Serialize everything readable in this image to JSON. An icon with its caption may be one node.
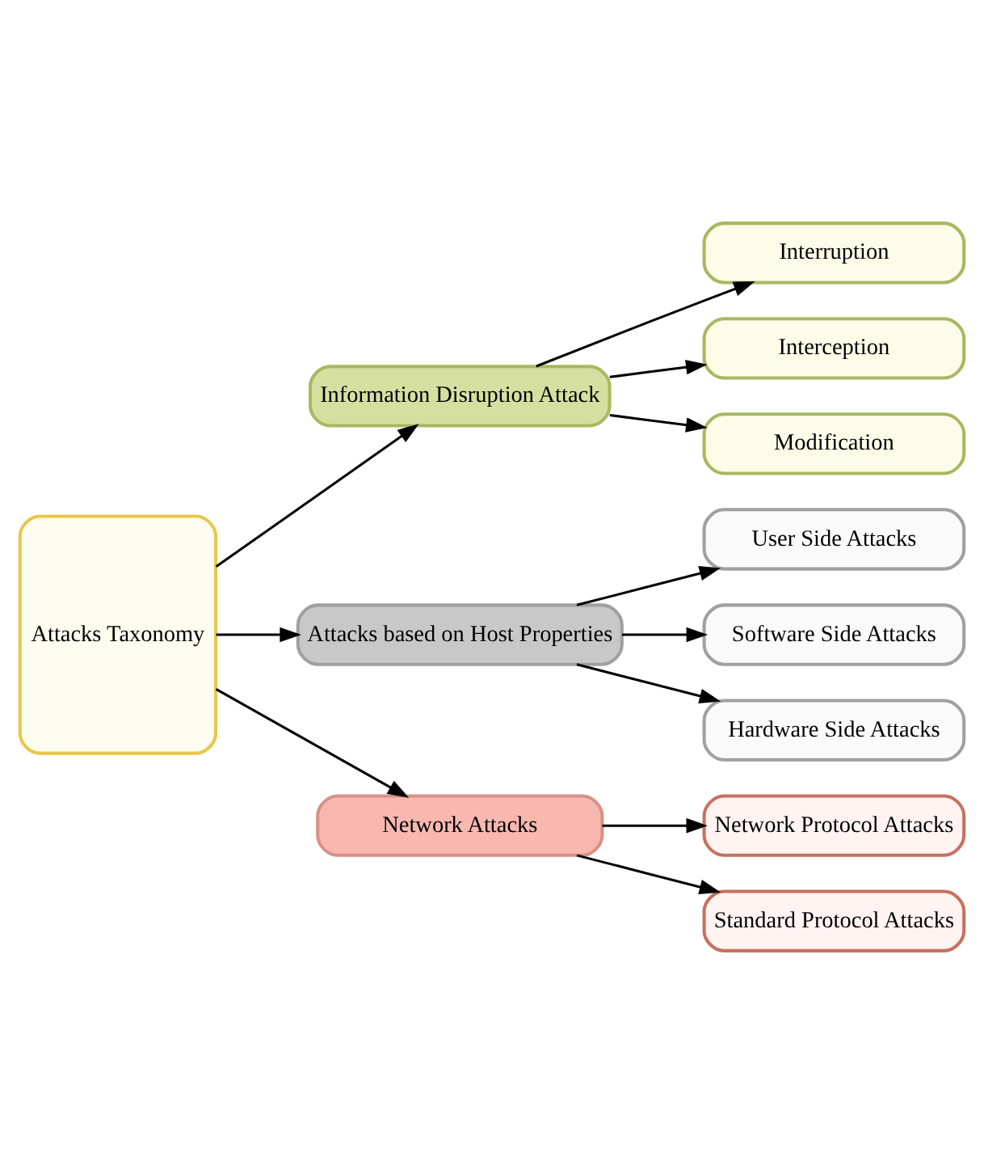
{
  "diagram": {
    "nodes": [
      {
        "text": [
          "Attacks Taxonomy"
        ]
      },
      {
        "text": [
          "Information Disruption Attack"
        ]
      },
      {
        "text": [
          "Attacks based on Host Properties"
        ]
      },
      {
        "text": [
          "Network Attacks"
        ]
      },
      {
        "text": [
          "Interruption"
        ]
      },
      {
        "text": [
          "Interception"
        ]
      },
      {
        "text": [
          "Modification"
        ]
      },
      {
        "text": [
          "User Side Attacks"
        ]
      },
      {
        "text": [
          "Software Side Attacks"
        ]
      },
      {
        "text": [
          "Hardware Side Attacks"
        ]
      },
      {
        "text": [
          "Network Protocol Attacks"
        ]
      },
      {
        "text": [
          "Standard Protocol Attacks"
        ]
      }
    ],
    "edges": [
      {
        "from": 0,
        "to": 1,
        "arrow": "to"
      },
      {
        "from": 0,
        "to": 2,
        "arrow": "to"
      },
      {
        "from": 0,
        "to": 3,
        "arrow": "to"
      },
      {
        "from": 1,
        "to": 4,
        "arrow": "to"
      },
      {
        "from": 1,
        "to": 5,
        "arrow": "to"
      },
      {
        "from": 1,
        "to": 6,
        "arrow": "to"
      },
      {
        "from": 2,
        "to": 7,
        "arrow": "to"
      },
      {
        "from": 2,
        "to": 8,
        "arrow": "to"
      },
      {
        "from": 2,
        "to": 9,
        "arrow": "to"
      },
      {
        "from": 3,
        "to": 10,
        "arrow": "to"
      },
      {
        "from": 3,
        "to": 11,
        "arrow": "to"
      }
    ]
  }
}
